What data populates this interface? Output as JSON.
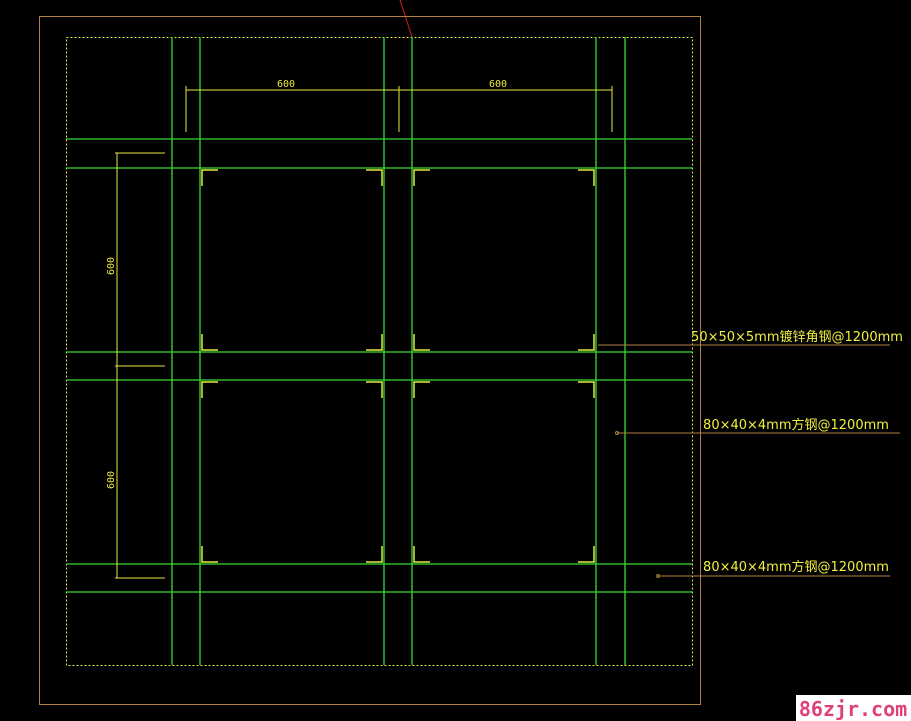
{
  "drawing": {
    "colors": {
      "background": "#000000",
      "grid": "#33dd33",
      "border": "#b08040",
      "dimension": "#e8e840",
      "leader": "#b08040",
      "section_line": "#d02020"
    },
    "dimensions": {
      "top": [
        "600",
        "600"
      ],
      "left": [
        "600",
        "600"
      ]
    },
    "annotations": [
      "50×50×5mm镀锌角钢@1200mm",
      "80×40×4mm方钢@1200mm",
      "80×40×4mm方钢@1200mm"
    ],
    "watermark": "86zjr.com"
  }
}
